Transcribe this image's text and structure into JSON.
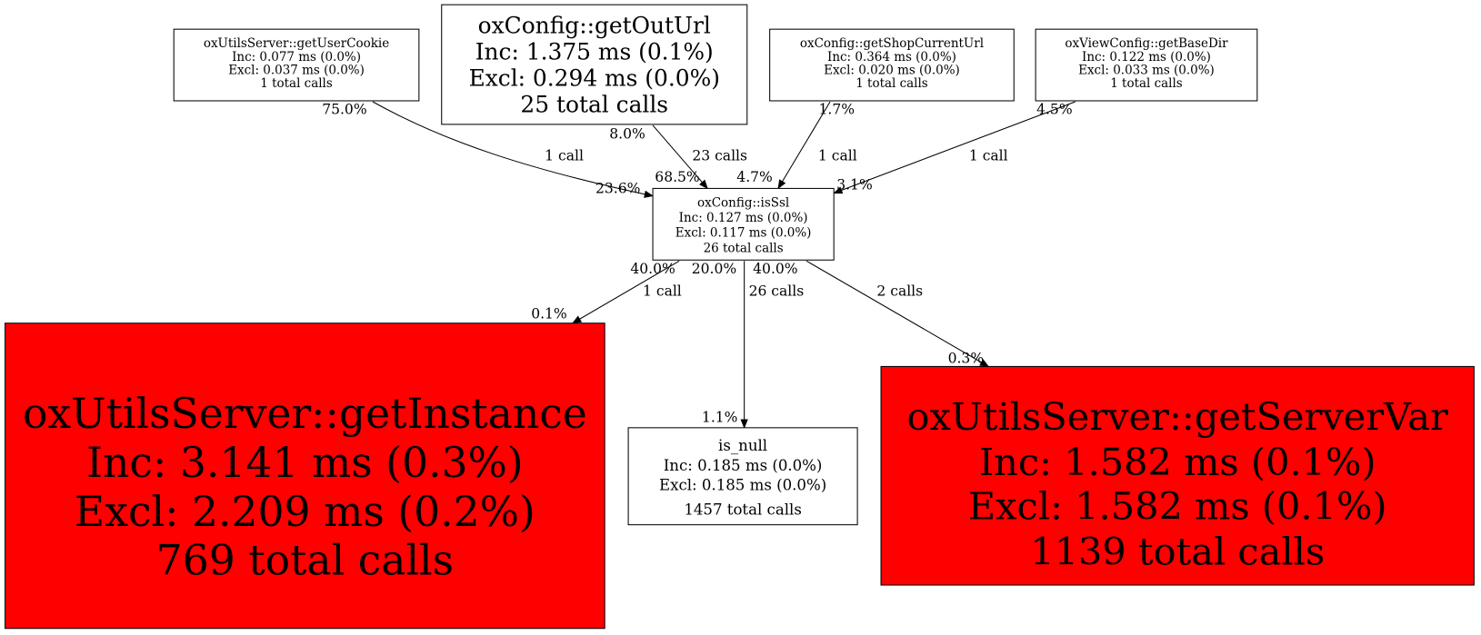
{
  "colors": {
    "hot": "#ff0000",
    "normal": "#ffffff",
    "stroke": "#000000"
  },
  "nodes": [
    {
      "id": "getUserCookie",
      "lines": [
        "oxUtilsServer::getUserCookie",
        "Inc: 0.077 ms (0.0%)",
        "Excl: 0.037 ms (0.0%)",
        "1 total calls"
      ],
      "fill": "#ffffff"
    },
    {
      "id": "getOutUrl",
      "lines": [
        "oxConfig::getOutUrl",
        "Inc: 1.375 ms (0.1%)",
        "Excl: 0.294 ms (0.0%)",
        "25 total calls"
      ],
      "fill": "#ffffff"
    },
    {
      "id": "getShopCurrentUrl",
      "lines": [
        "oxConfig::getShopCurrentUrl",
        "Inc: 0.364 ms (0.0%)",
        "Excl: 0.020 ms (0.0%)",
        "1 total calls"
      ],
      "fill": "#ffffff"
    },
    {
      "id": "getBaseDir",
      "lines": [
        "oxViewConfig::getBaseDir",
        "Inc: 0.122 ms (0.0%)",
        "Excl: 0.033 ms (0.0%)",
        "1 total calls"
      ],
      "fill": "#ffffff"
    },
    {
      "id": "isSsl",
      "lines": [
        "oxConfig::isSsl",
        "Inc: 0.127 ms (0.0%)",
        "Excl: 0.117 ms (0.0%)",
        "26 total calls"
      ],
      "fill": "#ffffff"
    },
    {
      "id": "getInstance",
      "lines": [
        "oxUtilsServer::getInstance",
        "Inc: 3.141 ms (0.3%)",
        "Excl: 2.209 ms (0.2%)",
        "769 total calls"
      ],
      "fill": "#ff0000"
    },
    {
      "id": "is_null",
      "lines": [
        "is_null",
        "Inc: 0.185 ms (0.0%)",
        "Excl: 0.185 ms (0.0%)",
        "1457 total calls"
      ],
      "fill": "#ffffff"
    },
    {
      "id": "getServerVar",
      "lines": [
        "oxUtilsServer::getServerVar",
        "Inc: 1.582 ms (0.1%)",
        "Excl: 1.582 ms (0.1%)",
        "1139 total calls"
      ],
      "fill": "#ff0000"
    }
  ],
  "edges": [
    {
      "from": "getUserCookie",
      "to": "isSsl",
      "tail": "75.0%",
      "label": "1 call",
      "head": "23.6%"
    },
    {
      "from": "getOutUrl",
      "to": "isSsl",
      "tail": "8.0%",
      "label": "23 calls",
      "head": "68.5%"
    },
    {
      "from": "getShopCurrentUrl",
      "to": "isSsl",
      "tail": "1.7%",
      "label": "1 call",
      "head": "4.7%"
    },
    {
      "from": "getBaseDir",
      "to": "isSsl",
      "tail": "4.5%",
      "label": "1 call",
      "head": "3.1%"
    },
    {
      "from": "isSsl",
      "to": "getInstance",
      "tail": "40.0%",
      "label": "1 call",
      "head": "0.1%"
    },
    {
      "from": "isSsl",
      "to": "is_null",
      "tail": "20.0%",
      "label": "26 calls",
      "head": "1.1%"
    },
    {
      "from": "isSsl",
      "to": "getServerVar",
      "tail": "40.0%",
      "label": "2 calls",
      "head": "0.3%"
    }
  ]
}
